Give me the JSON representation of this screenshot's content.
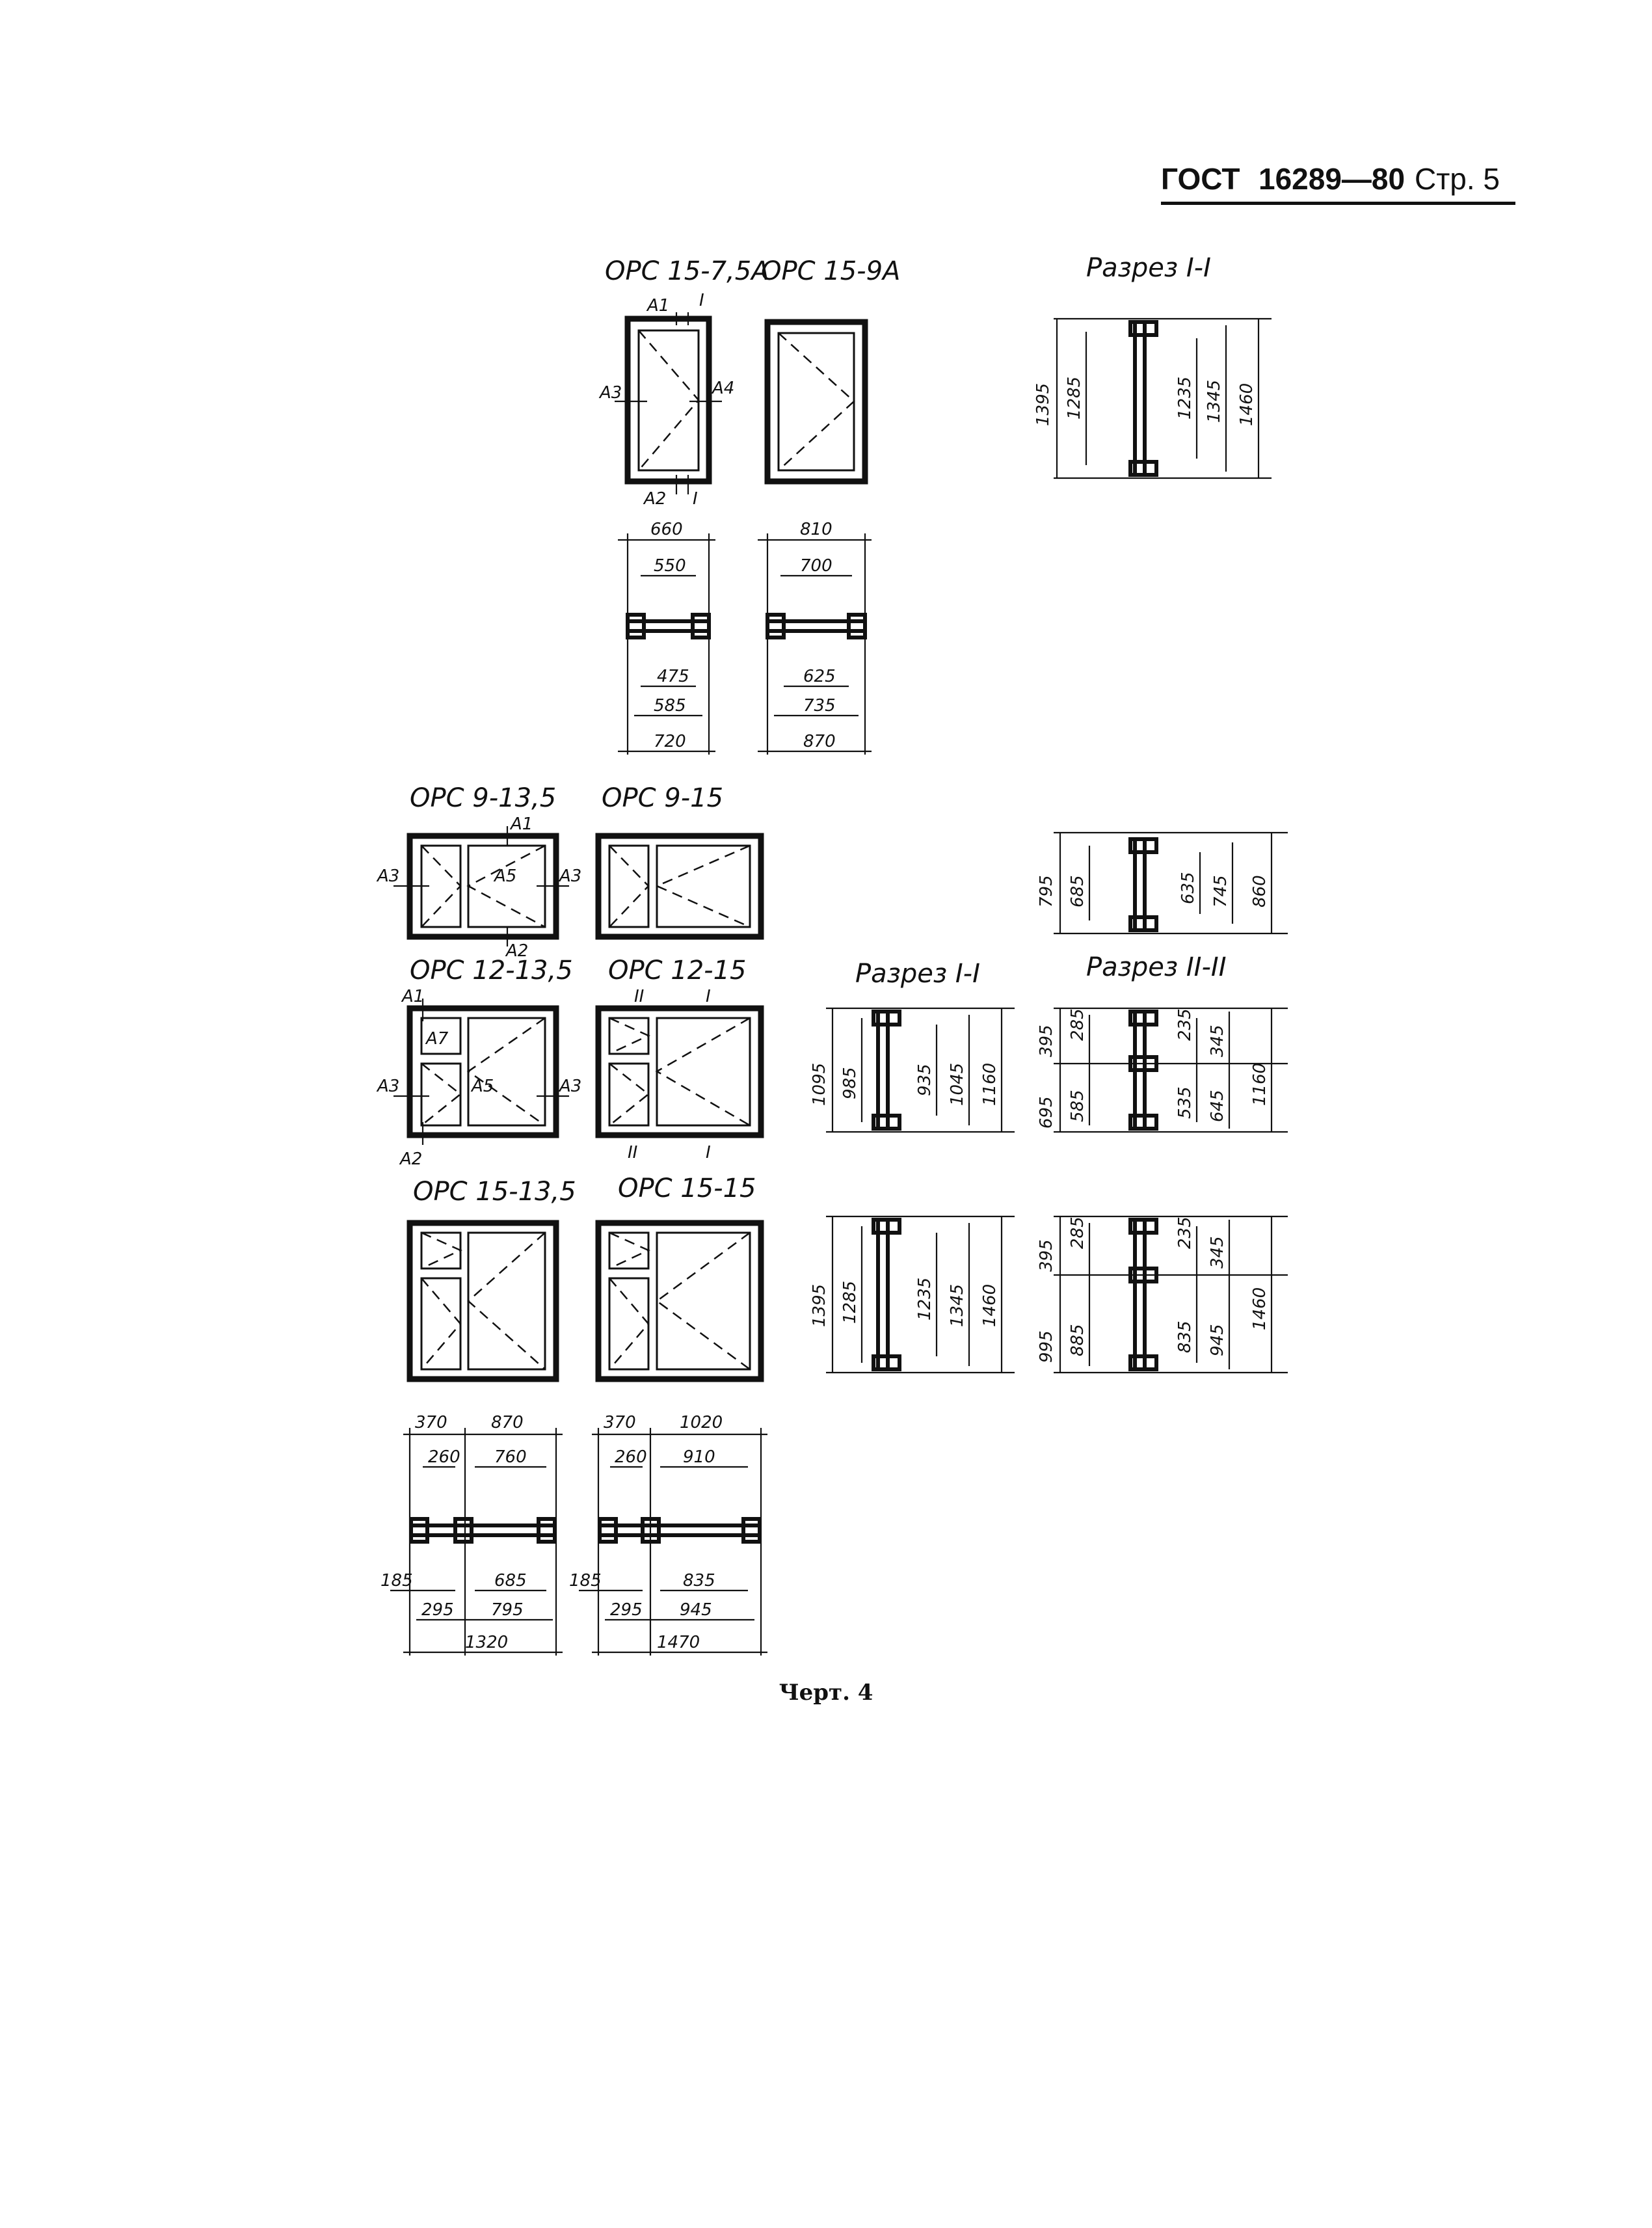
{
  "header": {
    "standard": "ГОСТ",
    "number": "16289—80",
    "page": "Стр. 5"
  },
  "caption": "Черт. 4",
  "labels": {
    "w1": "ОРС 15-7,5А",
    "w2": "ОРС 15-9А",
    "w3": "ОРС 9-13,5",
    "w4": "ОРС 9-15",
    "w5": "ОРС 12-13,5",
    "w6": "ОРС 12-15",
    "w7": "ОРС 15-13,5",
    "w8": "ОРС 15-15",
    "sec1": "Разрез I-I",
    "sec2": "Разрез I-I",
    "sec3": "Разрез II-II"
  },
  "marks": {
    "a1": "А1",
    "a2": "А2",
    "a3": "А3",
    "a4": "А4",
    "a5": "А5",
    "a7": "А7",
    "r1": "I",
    "r2": "II"
  },
  "dims": {
    "p1_top": "660",
    "p1_in": "550",
    "p1_b1": "475",
    "p1_b2": "585",
    "p1_b3": "720",
    "p2_top": "810",
    "p2_in": "700",
    "p2_b1": "625",
    "p2_b2": "735",
    "p2_b3": "870",
    "s1_a": "1395",
    "s1_b": "1285",
    "s1_c": "1235",
    "s1_d": "1345",
    "s1_e": "1460",
    "s2_a": "795",
    "s2_b": "685",
    "s2_c": "635",
    "s2_d": "745",
    "s2_e": "860",
    "s3_a": "1095",
    "s3_b": "985",
    "s3_c": "935",
    "s3_d": "1045",
    "s3_e": "1160",
    "s4_a": "395",
    "s4_b": "285",
    "s4_c": "235",
    "s4_d": "345",
    "s4_f": "695",
    "s4_g": "585",
    "s4_h": "535",
    "s4_i": "645",
    "s4_e": "1160",
    "s5_a": "1395",
    "s5_b": "1285",
    "s5_c": "1235",
    "s5_d": "1345",
    "s5_e": "1460",
    "s6_a": "285",
    "s6_b": "235",
    "s6_c": "395",
    "s6_d": "345",
    "s6_f": "995",
    "s6_g": "885",
    "s6_h": "835",
    "s6_i": "945",
    "s6_e": "1460",
    "p3_t1": "370",
    "p3_t2": "870",
    "p3_i1": "260",
    "p3_i2": "760",
    "p3_l": "185",
    "p3_b1": "685",
    "p3_b2": "295",
    "p3_b3": "795",
    "p3_tot": "1320",
    "p4_t1": "370",
    "p4_t2": "1020",
    "p4_i1": "260",
    "p4_i2": "910",
    "p4_l": "185",
    "p4_b1": "835",
    "p4_b2": "295",
    "p4_b3": "945",
    "p4_tot": "1470"
  }
}
